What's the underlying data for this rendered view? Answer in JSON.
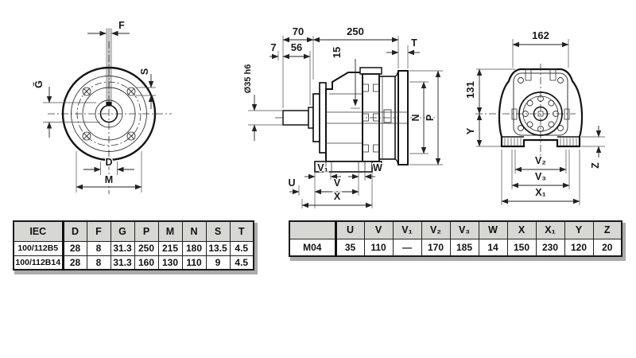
{
  "drawing": {
    "front_view": {
      "labels": {
        "f": "F",
        "s": "S",
        "g": "G̃",
        "d": "D",
        "m": "M"
      }
    },
    "side_view": {
      "labels": {
        "len70": "70",
        "len250": "250",
        "len7": "7",
        "len56": "56",
        "len15": "15",
        "t": "T",
        "shaft": "Ø35 h6",
        "n": "N",
        "p": "P",
        "u": "U",
        "v": "V",
        "v1": "V₁",
        "w": "W",
        "x": "X"
      }
    },
    "rear_view": {
      "labels": {
        "w162": "162",
        "h131": "131",
        "y": "Y",
        "z": "Z",
        "v2": "V₂",
        "v3": "V₃",
        "x1": "X₁"
      }
    }
  },
  "iec_table": {
    "headers": [
      "IEC",
      "D",
      "F",
      "G",
      "P",
      "M",
      "N",
      "S",
      "T"
    ],
    "rows": [
      [
        "100/112B5",
        "28",
        "8",
        "31.3",
        "250",
        "215",
        "180",
        "13.5",
        "4.5"
      ],
      [
        "100/112B14",
        "28",
        "8",
        "31.3",
        "160",
        "130",
        "110",
        "9",
        "4.5"
      ]
    ]
  },
  "size_table": {
    "headers": [
      "",
      "U",
      "V",
      "V₁",
      "V₂",
      "V₃",
      "W",
      "X",
      "X₁",
      "Y",
      "Z"
    ],
    "row": [
      "M04",
      "35",
      "110",
      "—",
      "170",
      "185",
      "14",
      "150",
      "230",
      "120",
      "20"
    ]
  }
}
